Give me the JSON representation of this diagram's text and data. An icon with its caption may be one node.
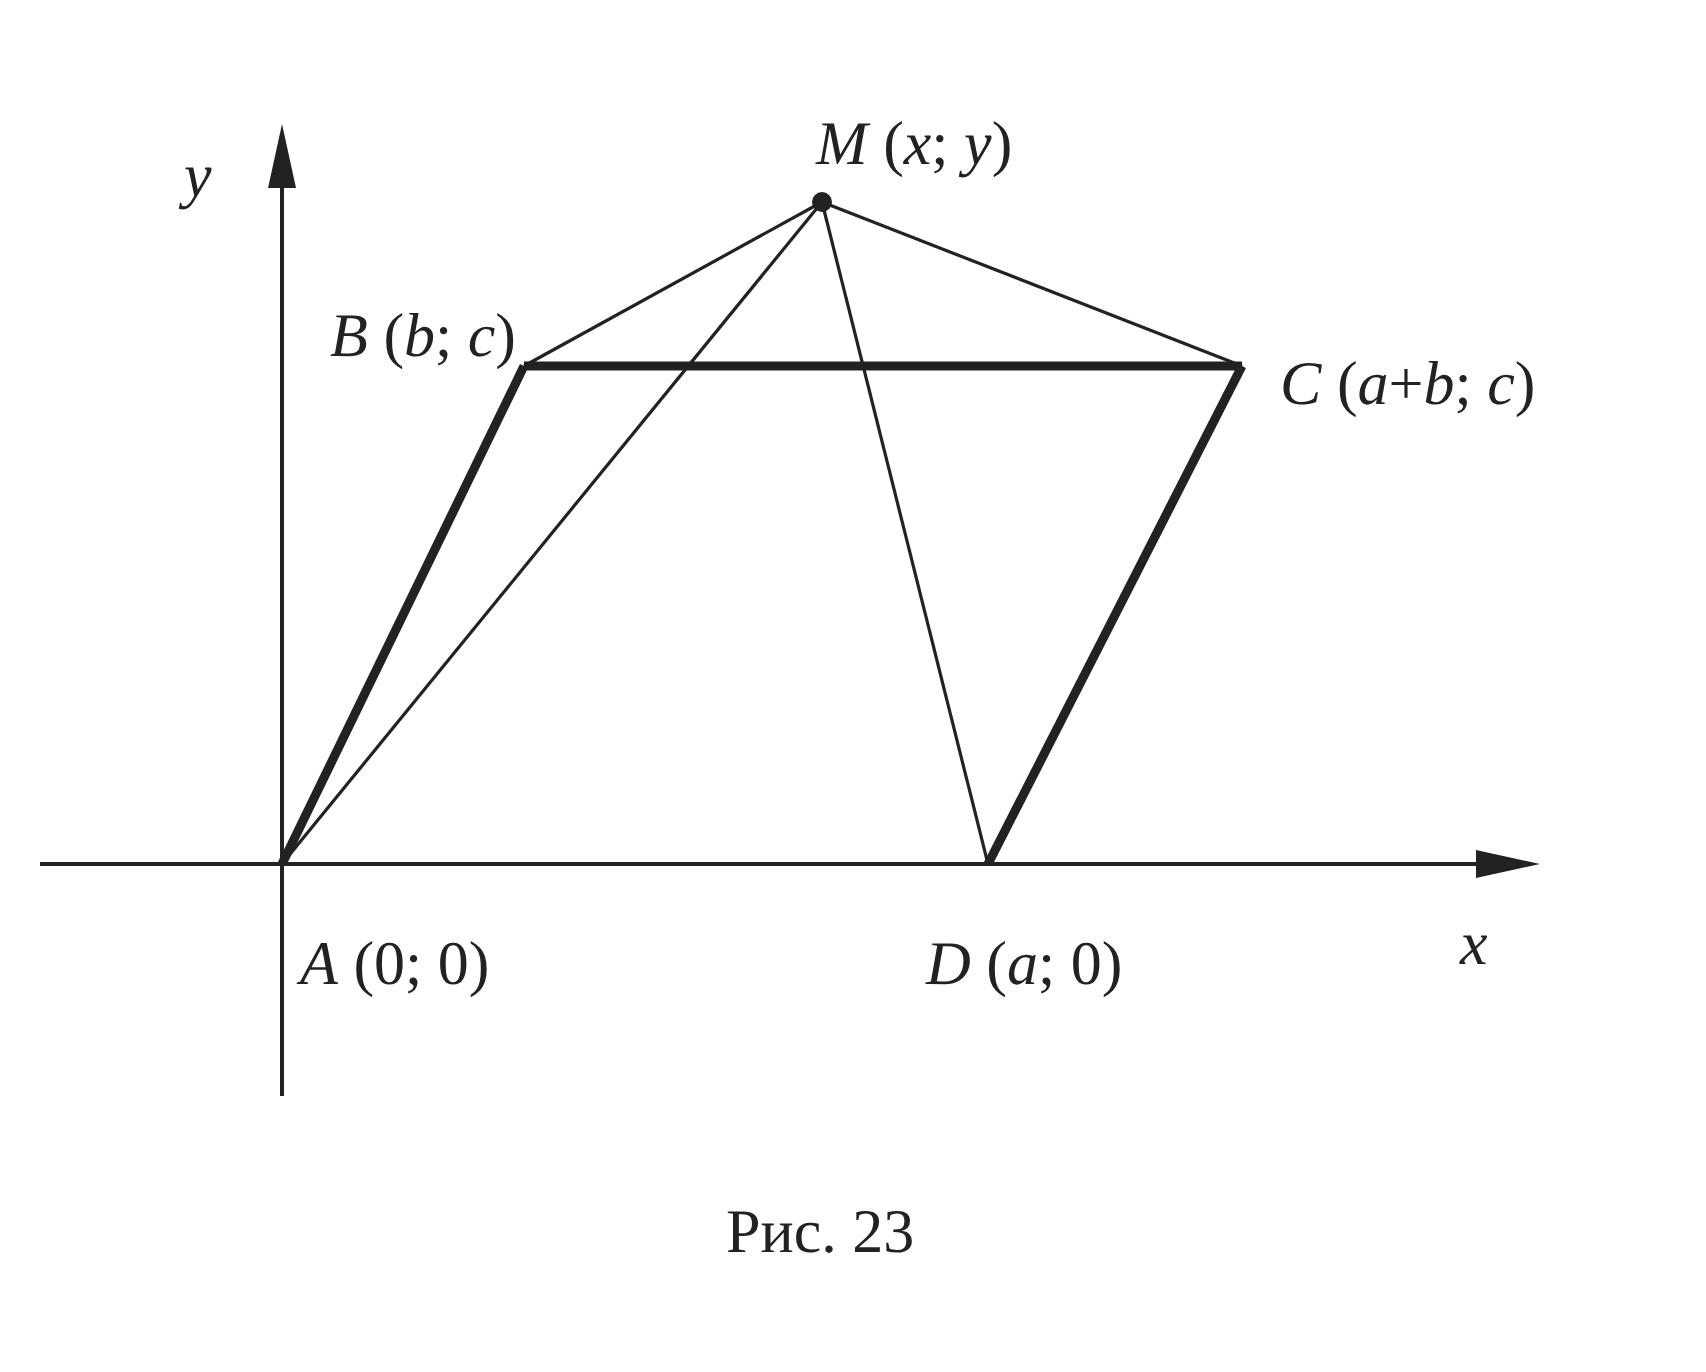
{
  "diagram": {
    "caption": "Рис. 23",
    "nodes": [
      {
        "text": [
          "*A* (0; 0)"
        ]
      },
      {
        "text": [
          "*B* (*b*; *c*)"
        ]
      },
      {
        "text": [
          "*C* (*a*+*b*; *c*)"
        ]
      },
      {
        "text": [
          "*D* (*a*; 0)"
        ]
      },
      {
        "text": [
          "*M* (*x*; *y*)"
        ]
      }
    ],
    "edges": [
      {
        "from": 0,
        "to": 1,
        "arrow": "none",
        "style": "thick"
      },
      {
        "from": 1,
        "to": 2,
        "arrow": "none",
        "style": "thick"
      },
      {
        "from": 2,
        "to": 3,
        "arrow": "none",
        "style": "thick"
      },
      {
        "from": 0,
        "to": 3,
        "arrow": "none"
      },
      {
        "from": 4,
        "to": 0,
        "arrow": "none"
      },
      {
        "from": 4,
        "to": 1,
        "arrow": "none"
      },
      {
        "from": 4,
        "to": 2,
        "arrow": "none"
      },
      {
        "from": 4,
        "to": 3,
        "arrow": "none"
      }
    ],
    "labels": [
      "*y*",
      "*x*"
    ]
  }
}
